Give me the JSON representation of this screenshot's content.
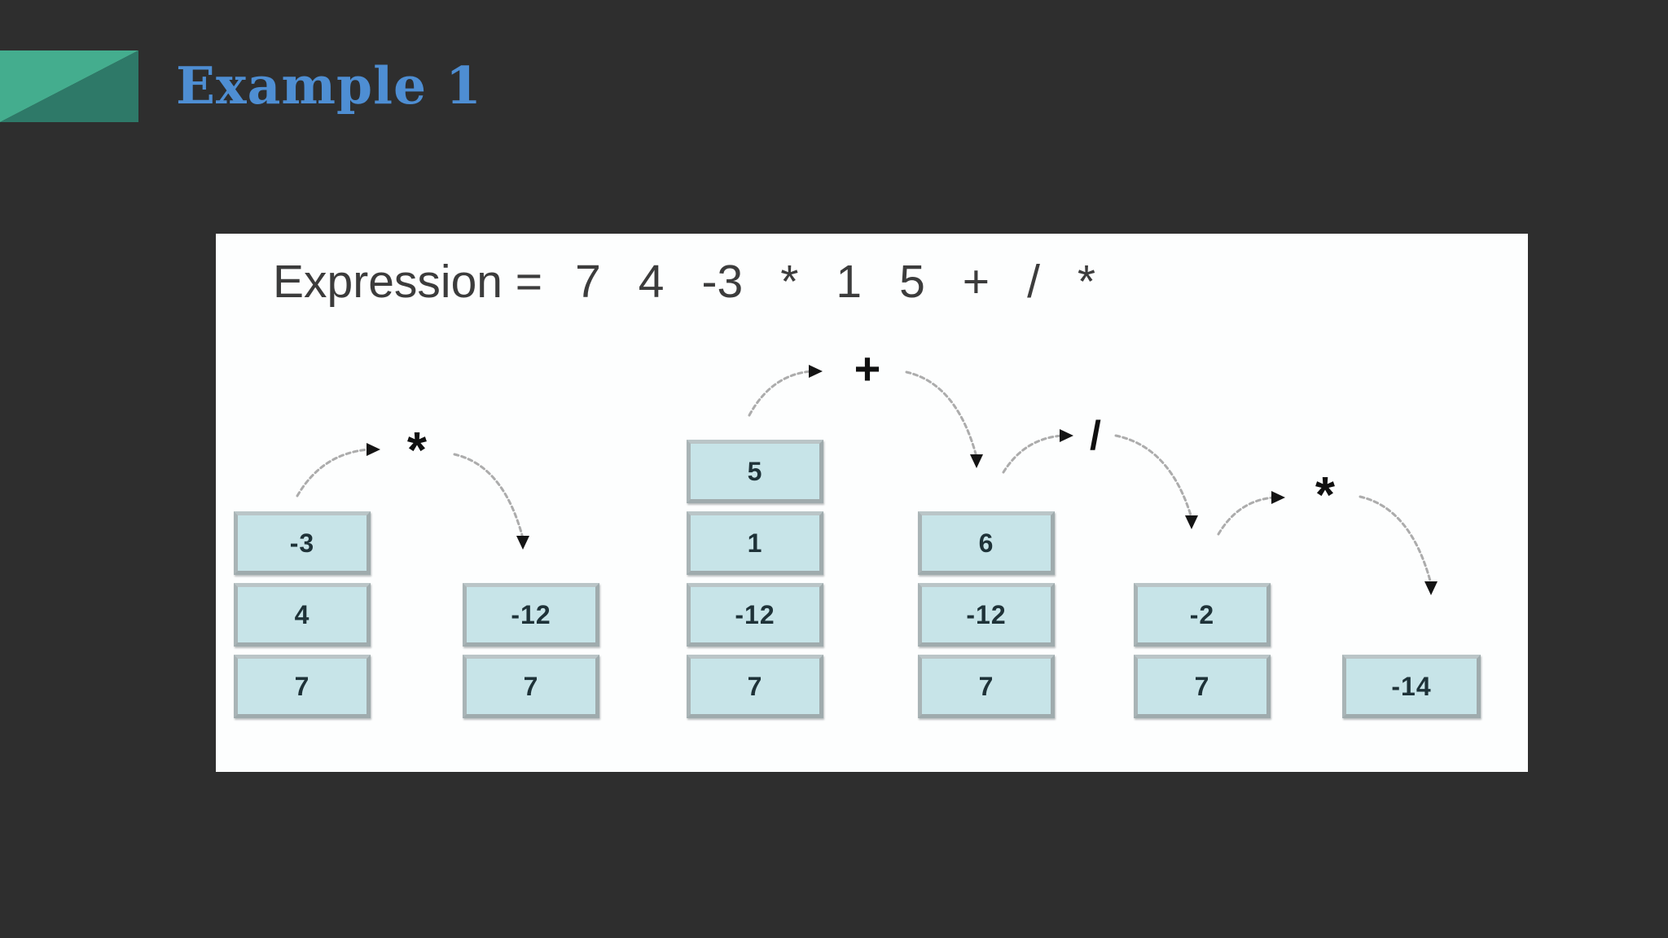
{
  "slide": {
    "title": "Example 1"
  },
  "colors": {
    "background": "#2e2e2e",
    "panel": "#fdfefe",
    "title": "#4e8ed3",
    "accent_light": "#44ad8e",
    "accent_dark": "#2e7968",
    "box_fill": "#c7e4e8",
    "box_border": "#9fabad",
    "arrow_stroke": "#9e9e9e",
    "arrow_head": "#141414"
  },
  "diagram": {
    "expression_label": "Expression =",
    "expression_tokens": [
      "7",
      "4",
      "-3",
      "*",
      "1",
      "5",
      "+",
      "/",
      "*"
    ],
    "stacks": [
      {
        "name": "stack-step-1",
        "values": [
          "-3",
          "4",
          "7"
        ]
      },
      {
        "name": "stack-step-2",
        "values": [
          "-12",
          "7"
        ]
      },
      {
        "name": "stack-step-3",
        "values": [
          "5",
          "1",
          "-12",
          "7"
        ]
      },
      {
        "name": "stack-step-4",
        "values": [
          "6",
          "-12",
          "7"
        ]
      },
      {
        "name": "stack-step-5",
        "values": [
          "-2",
          "7"
        ]
      },
      {
        "name": "stack-step-6",
        "values": [
          "-14"
        ]
      }
    ],
    "operators": [
      "*",
      "+",
      "/",
      "*"
    ]
  }
}
